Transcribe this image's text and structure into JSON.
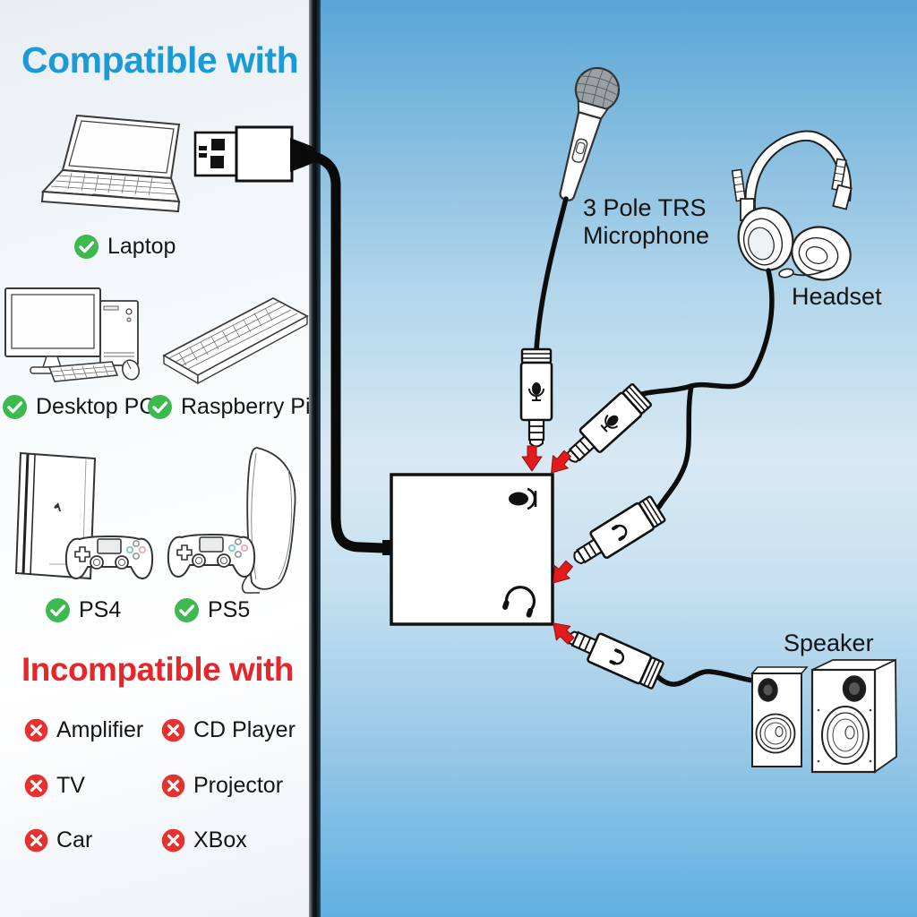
{
  "compatible": {
    "heading": "Compatible with",
    "items": [
      "Laptop",
      "Desktop PC",
      "Raspberry Pi",
      "PS4",
      "PS5"
    ]
  },
  "incompatible": {
    "heading": "Incompatible with",
    "items": [
      "Amplifier",
      "CD Player",
      "TV",
      "Projector",
      "Car",
      "XBox"
    ]
  },
  "diagram": {
    "microphone_label_line1": "3 Pole TRS",
    "microphone_label_line2": "Microphone",
    "headset_label": "Headset",
    "speaker_label": "Speaker"
  },
  "icons": {
    "compatible_marker": "check-circle",
    "incompatible_marker": "cross-circle",
    "mic_port": "microphone",
    "headphone_port": "headphones"
  },
  "colors": {
    "compatible_heading": "#1b9ad6",
    "incompatible_heading": "#e72629",
    "check_green": "#3cb94f",
    "cross_red": "#e8312e",
    "arrow_red": "#e31b1c",
    "divider_dark": "#0d1318",
    "sky_top": "#58a5d7",
    "sky_middle": "#d8e9f4",
    "sky_bottom": "#5fb0e2"
  }
}
